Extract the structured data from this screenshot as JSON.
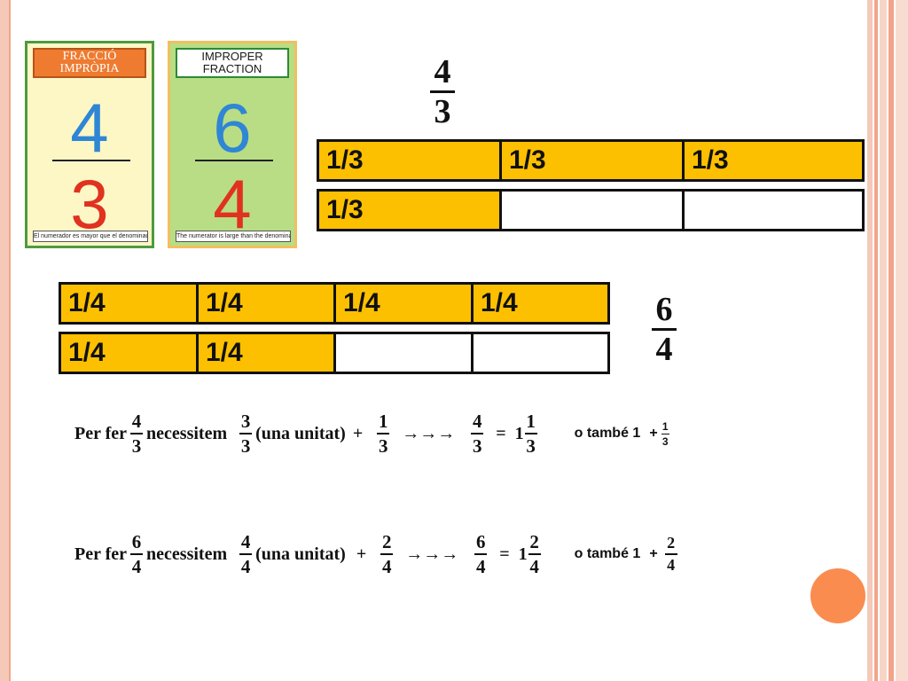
{
  "colors": {
    "accent_bar": "#fdc000",
    "circle": "#fa8c50",
    "edge": "#f1a48a"
  },
  "cards": {
    "catalan": {
      "title": "FRACCIÓ IMPRÒPIA",
      "numerator": "4",
      "denominator": "3",
      "note": "El numerador es mayor que el denominador"
    },
    "english": {
      "title": "IMPROPER FRACTION",
      "numerator": "6",
      "denominator": "4",
      "note": "The numerator is large than the denominator"
    }
  },
  "fraction_thirds": {
    "numerator": "4",
    "denominator": "3"
  },
  "fraction_quarters": {
    "numerator": "6",
    "denominator": "4"
  },
  "thirds_bar": {
    "row1": [
      "1/3",
      "1/3",
      "1/3"
    ],
    "row2": [
      "1/3",
      "",
      ""
    ]
  },
  "quarters_bar": {
    "row1": [
      "1/4",
      "1/4",
      "1/4",
      "1/4"
    ],
    "row2": [
      "1/4",
      "1/4",
      "",
      ""
    ]
  },
  "equation1": {
    "per_fer": "Per fer",
    "target_n": "4",
    "target_d": "3",
    "necessitem": "necessitem",
    "unit_n": "3",
    "unit_d": "3",
    "unit_label": "(una unitat)",
    "plus": "+",
    "add_n": "1",
    "add_d": "3",
    "arrows": "→→→",
    "res_n": "4",
    "res_d": "3",
    "equals": "=",
    "whole": "1",
    "mix_n": "1",
    "mix_d": "3",
    "also": "o també 1",
    "plus2": "+",
    "also_n": "1",
    "also_d": "3"
  },
  "equation2": {
    "per_fer": "Per fer",
    "target_n": "6",
    "target_d": "4",
    "necessitem": "necessitem",
    "unit_n": "4",
    "unit_d": "4",
    "unit_label": "(una unitat)",
    "plus": "+",
    "add_n": "2",
    "add_d": "4",
    "arrows": "→→→",
    "res_n": "6",
    "res_d": "4",
    "equals": "=",
    "whole": "1",
    "mix_n": "2",
    "mix_d": "4",
    "also": "o també 1",
    "plus2": "+",
    "also_n": "2",
    "also_d": "4"
  }
}
